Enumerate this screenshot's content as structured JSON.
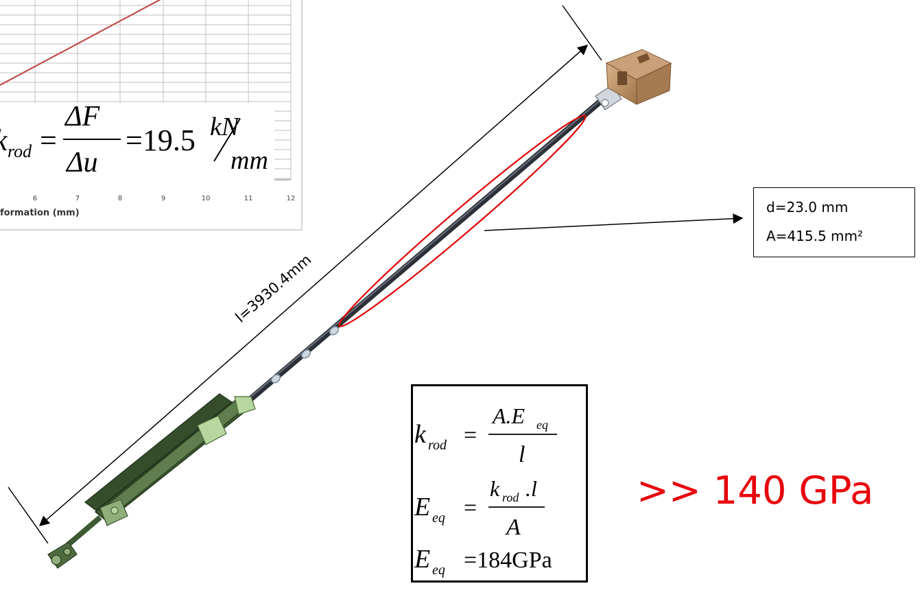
{
  "chart": {
    "x_ticks": [
      "6",
      "7",
      "8",
      "9",
      "10",
      "11",
      "12"
    ],
    "x_axis_label": "formation (mm)",
    "stiffness_formula": {
      "lhs": "k",
      "lhs_sub": "rod",
      "num": "ΔF",
      "den": "Δu",
      "value": "=19.5",
      "unit_num": "kN",
      "unit_den": "mm"
    }
  },
  "dimension": {
    "label": "l=3930.4mm"
  },
  "properties": {
    "diameter": "d=23.0 mm",
    "area": "A=415.5 mm²"
  },
  "formulas": {
    "line1": {
      "lhs": "k",
      "lhs_sub": "rod",
      "num": "A.E",
      "num_sub": "eq",
      "den": "l"
    },
    "line2": {
      "lhs": "E",
      "lhs_sub": "eq",
      "num": "k",
      "num_sub": "rod",
      "num_tail": ".l",
      "den": "A"
    },
    "line3": {
      "lhs": "E",
      "lhs_sub": "eq",
      "rhs": "=184GPa"
    }
  },
  "comparison": ">> 140 GPa",
  "colors": {
    "rod": "#3a3f47",
    "fitting": "#a9c98f",
    "block": "#b88a5c",
    "ellipse": "#e00000",
    "chart_line": "#c0504d",
    "result_text": "#e8000b"
  }
}
